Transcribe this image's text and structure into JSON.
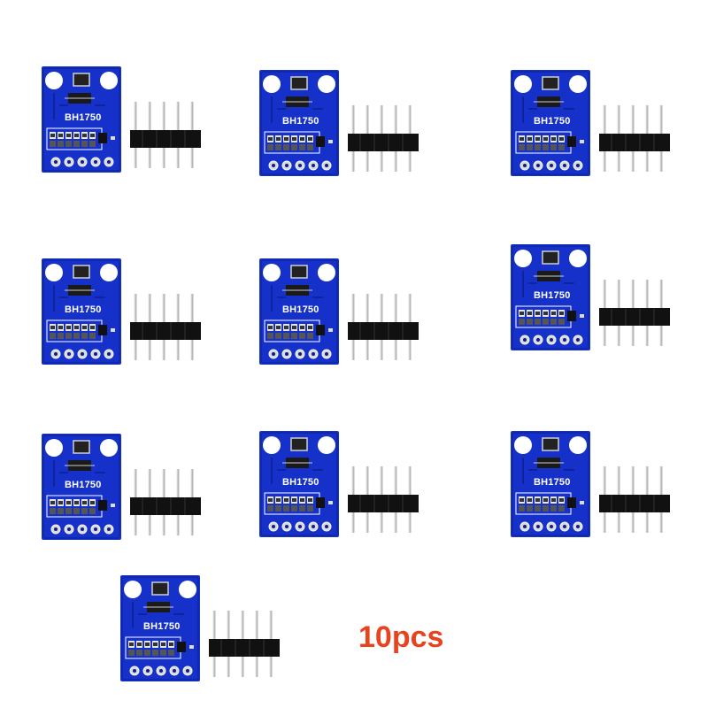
{
  "product": {
    "board_label": "BH1750",
    "quantity_text": "10pcs",
    "modules_shown": 10
  },
  "colors": {
    "board": "#1531c9",
    "board_dark": "#0c1f8e",
    "quantity_text": "#e8421f",
    "header_plastic": "#111111",
    "header_pin": "#b9b9b9"
  }
}
